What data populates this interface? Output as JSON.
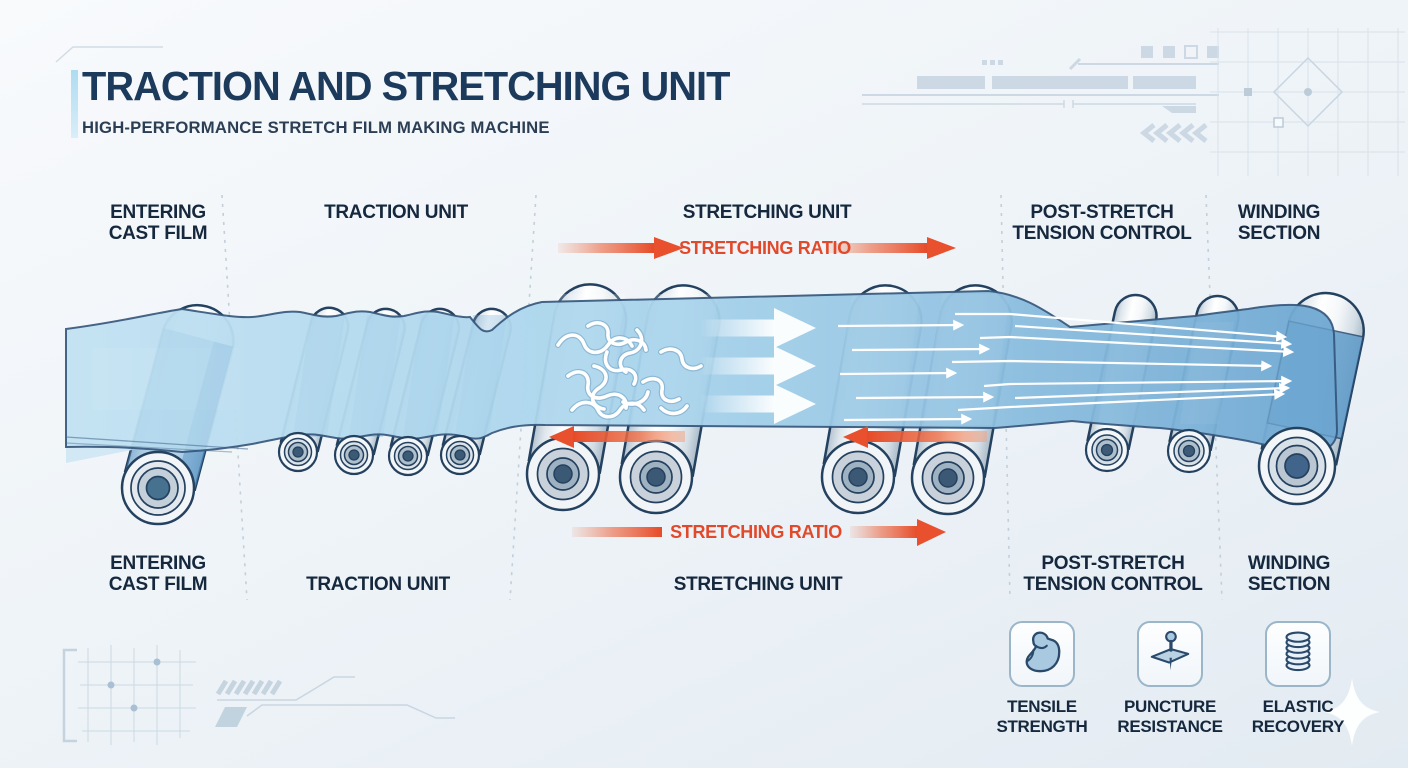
{
  "header": {
    "title": "TRACTION AND STRETCHING UNIT",
    "subtitle": "HIGH-PERFORMANCE STRETCH FILM MAKING MACHINE"
  },
  "section_labels": {
    "top": {
      "entering": "ENTERING\nCAST FILM",
      "traction": "TRACTION UNIT",
      "stretching": "STRETCHING UNIT",
      "post": "POST-STRETCH\nTENSION CONTROL",
      "winding": "WINDING\nSECTION"
    },
    "bottom": {
      "entering": "ENTERING\nCAST FILM",
      "traction": "TRACTION UNIT",
      "stretching": "STRETCHING UNIT",
      "post": "POST-STRETCH\nTENSION CONTROL",
      "winding": "WINDING\nSECTION"
    }
  },
  "stretch_ratio": {
    "top": "STRETCHING RATIO",
    "bottom": "STRETCHING RATIO"
  },
  "features": [
    {
      "label": "TENSILE\nSTRENGTH",
      "icon": "bicep-icon"
    },
    {
      "label": "PUNCTURE\nRESISTANCE",
      "icon": "pin-icon"
    },
    {
      "label": "ELASTIC\nRECOVERY",
      "icon": "spring-icon"
    }
  ],
  "colors": {
    "accent_red": "#E8492C",
    "title_navy": "#1C3A5C",
    "label_navy": "#16283D",
    "film_blue": "#A8D2EA",
    "film_dark": "#6FA6CE",
    "accent_bar": "#B5DFF2"
  }
}
